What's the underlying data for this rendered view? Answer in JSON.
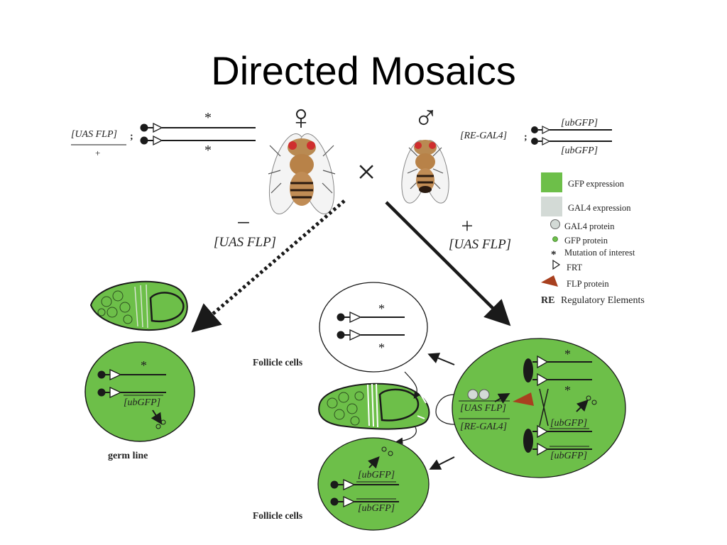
{
  "slide": {
    "title": "Directed Mosaics"
  },
  "colors": {
    "gfp_green": "#6dbf49",
    "gal4_gray": "#d3dad6",
    "flp_brown": "#a8401f",
    "ink": "#1a1a1a"
  },
  "cross": {
    "female_symbol": "♀",
    "male_symbol": "♂",
    "cross_symbol": "×",
    "female_genotype": {
      "top": "[UAS FLP]",
      "bottom": "+",
      "separator": ";",
      "mutation_top": "*",
      "mutation_bottom": "*"
    },
    "male_genotype": {
      "left": "[RE-GAL4]",
      "separator": ";",
      "top": "[ubGFP]",
      "bottom": "[ubGFP]"
    }
  },
  "branches": {
    "minus": {
      "sign": "−",
      "label": "[UAS FLP]"
    },
    "plus": {
      "sign": "+",
      "label": "[UAS FLP]"
    }
  },
  "legend": {
    "gfp": "GFP expression",
    "gal4": "GAL4 expression",
    "gal4_protein": "GAL4 protein",
    "gfp_protein": "GFP protein",
    "mutation_symbol": "*",
    "mutation": "Mutation of interest",
    "frt": "FRT",
    "flp": "FLP protein",
    "re_abbrev": "RE",
    "re_text": "Regulatory Elements"
  },
  "germline": {
    "mutation": "*",
    "ubgfp": "[ubGFP]",
    "caption": "germ line"
  },
  "follicle": {
    "top_caption": "Follicle cells",
    "bottom_caption": "Follicle cells",
    "top_mutation_1": "*",
    "top_mutation_2": "*",
    "ubgfp_1": "[ubGFP]",
    "ubgfp_2": "[ubGFP]"
  },
  "recombination": {
    "uas_flp": "[UAS FLP]",
    "re_gal4": "[RE-GAL4]",
    "mutation_1": "*",
    "mutation_2": "*",
    "ubgfp_1": "[ubGFP]",
    "ubgfp_2": "[ubGFP]"
  }
}
